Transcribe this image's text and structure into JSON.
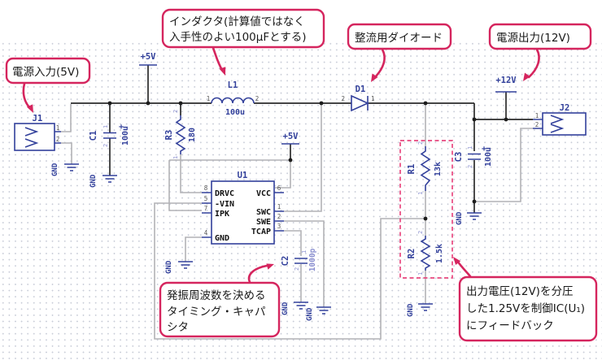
{
  "colors": {
    "component_blue": "#32409b",
    "callout_pink": "#d5255e",
    "wire_gray": "#b2b2b6",
    "wire_dark": "#2b2b2b",
    "dashed_pink": "#e8487f"
  },
  "callouts": {
    "power_in": {
      "text": "電源入力(5V)"
    },
    "inductor": {
      "line1": "インダクタ(計算値ではなく",
      "line2": "入手性のよい100μFとする)"
    },
    "diode": {
      "text": "整流用ダイオード"
    },
    "power_out": {
      "text": "電源出力(12V)"
    },
    "timing": {
      "line1": "発振周波数を決める",
      "line2": "タイミング・キャパ",
      "line3": "シタ"
    },
    "feedback": {
      "line1": "出力電圧(12V)を分圧",
      "line2": "した1.25Vを制御IC(U₁)",
      "line3": "にフィードバック"
    }
  },
  "power": {
    "p5v": "+5V",
    "p12v": "+12V",
    "gnd": "GND"
  },
  "components": {
    "j1": {
      "ref": "J1",
      "pin1": "1",
      "pin2": "2"
    },
    "j2": {
      "ref": "J2",
      "pin1": "1",
      "pin2": "2"
    },
    "l1": {
      "ref": "L1",
      "value": "100u",
      "pin1": "1",
      "pin2": "2"
    },
    "d1": {
      "ref": "D1",
      "pin1": "1",
      "pin2": "2"
    },
    "c1": {
      "ref": "C1",
      "value": "100u",
      "plus": "+",
      "pin1": "1",
      "pin2": "2"
    },
    "c2": {
      "ref": "C2",
      "value": "1000p",
      "pin1": "1",
      "pin2": "2"
    },
    "c3": {
      "ref": "C3",
      "value": "100u",
      "plus": "+",
      "pin1": "1",
      "pin2": "2"
    },
    "r1": {
      "ref": "R1",
      "value": "13k",
      "pin1": "1",
      "pin2": "2"
    },
    "r2": {
      "ref": "R2",
      "value": "1.5k",
      "pin1": "1",
      "pin2": "2"
    },
    "r3": {
      "ref": "R3",
      "value": "180",
      "pin1": "1",
      "pin2": "2"
    },
    "u1": {
      "ref": "U1",
      "pins": {
        "p8": {
          "num": "8",
          "name": "DRVC"
        },
        "p5": {
          "num": "5",
          "name": "-VIN"
        },
        "p7": {
          "num": "7",
          "name": "IPK"
        },
        "p4": {
          "num": "4",
          "name": "GND"
        },
        "p6": {
          "num": "6",
          "name": "VCC"
        },
        "p1": {
          "num": "1",
          "name": "SWC"
        },
        "p2": {
          "num": "2",
          "name": "SWE"
        },
        "p3": {
          "num": "3",
          "name": "TCAP"
        }
      }
    }
  }
}
